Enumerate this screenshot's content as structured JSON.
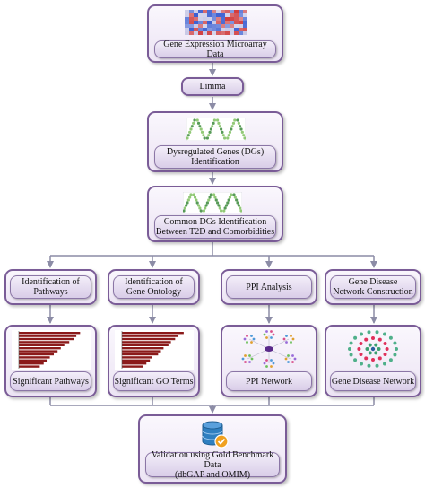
{
  "nodes": {
    "microarray": "Gene Expression Microarray Data",
    "limma": "Limma",
    "dg_identification": "Dysregulated Genes (DGs)\nIdentification",
    "common_dgs": "Common DGs Identification\nBetween T2D and Comorbidities",
    "pathways": "Identification of\nPathways",
    "gene_ontology": "Identification of\nGene Ontology",
    "ppi_analysis": "PPI Analysis",
    "gene_disease": "Gene Disease\nNetwork Construction",
    "sig_pathways": "Significant Pathways",
    "sig_go": "Significant GO Terms",
    "ppi_network": "PPI Network",
    "gene_disease_network": "Gene Disease Network",
    "validation": "Validation using Gold Benchmark Data\n(dbGAP and OMIM)"
  },
  "colors": {
    "box_border": "#7a5c97",
    "arrow": "#8c8ca6",
    "bar": "#8b1a1a",
    "heatmap_high": "#d23b3b",
    "heatmap_low": "#3b5fd2",
    "database": "#2f7fc0",
    "check": "#f0a020"
  },
  "icons": {
    "heatmap": "heatmap-icon",
    "dg_plot": "dg-scatter-icon",
    "bars": "bar-chart-icon",
    "network": "network-icon",
    "database": "database-icon"
  }
}
